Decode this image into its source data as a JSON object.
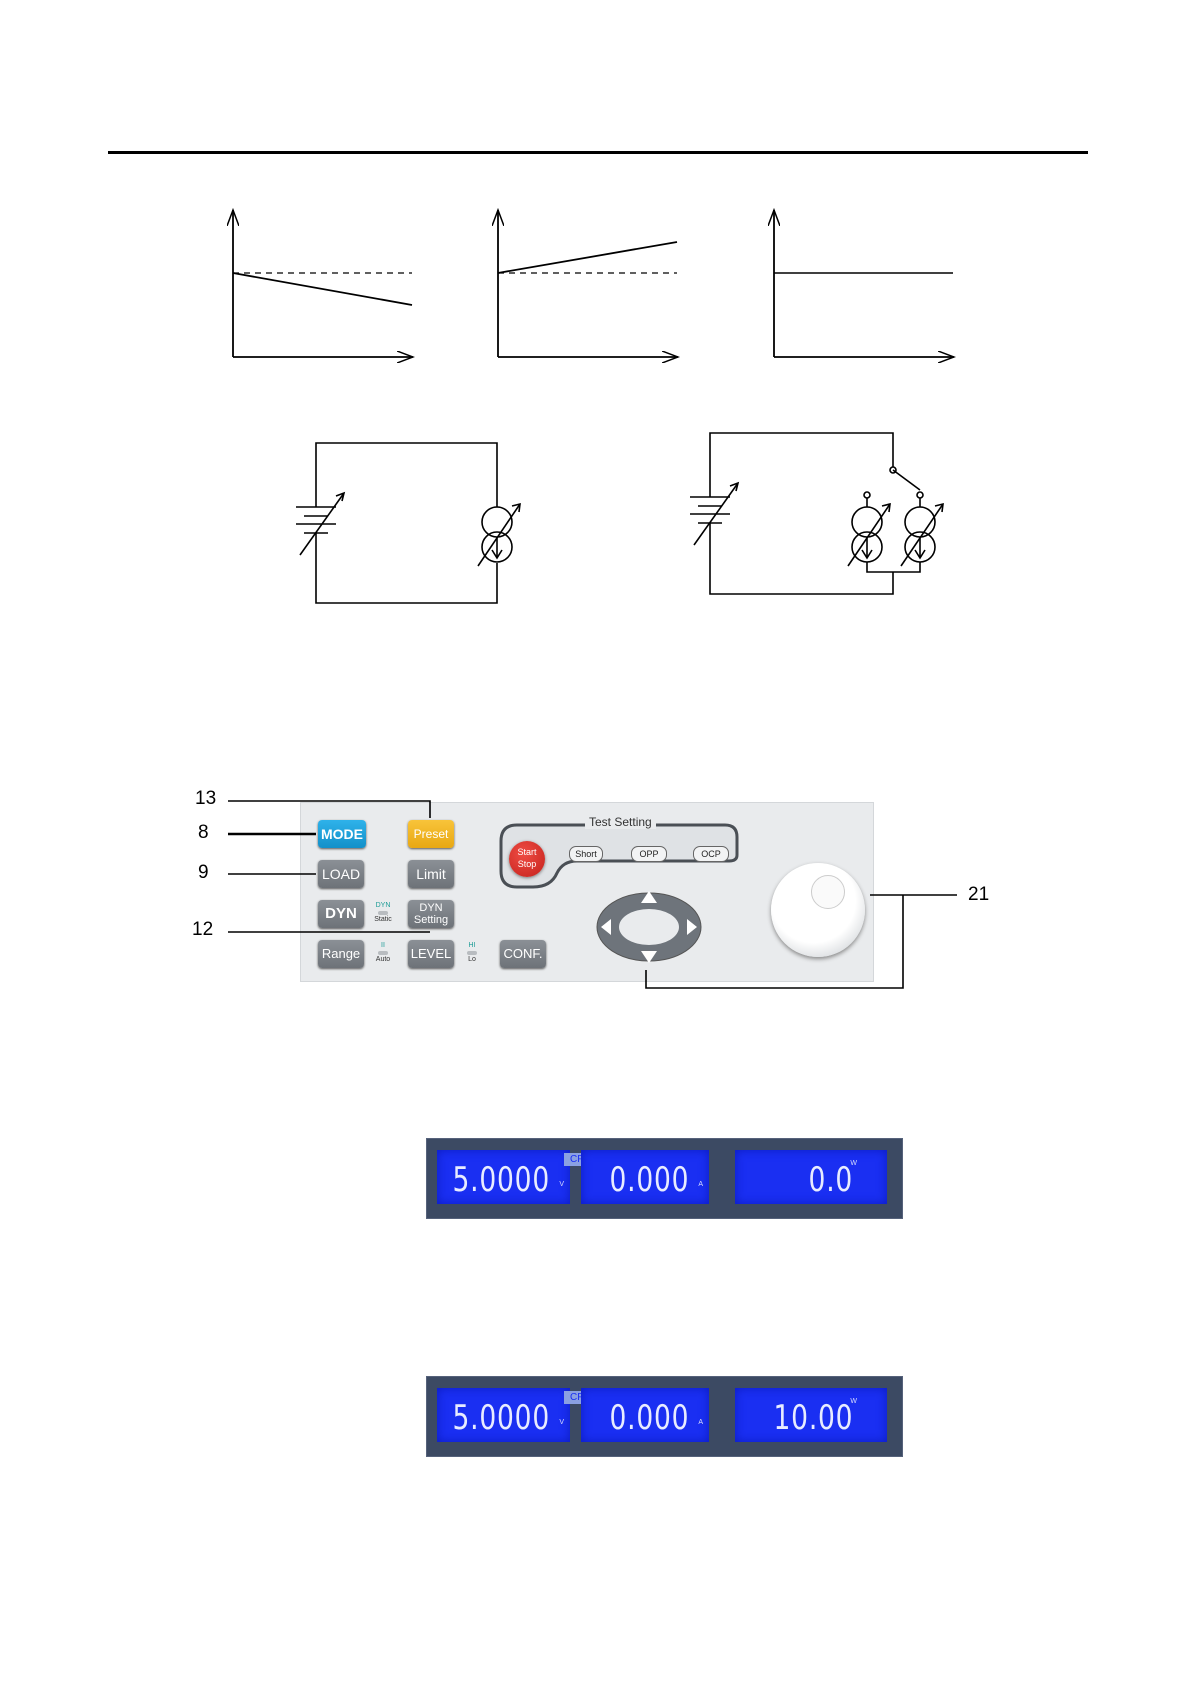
{
  "callouts": {
    "c13": "13",
    "c8": "8",
    "c9": "9",
    "c12": "12",
    "c21": "21"
  },
  "panel": {
    "keys": {
      "mode": "MODE",
      "preset": "Preset",
      "load": "LOAD",
      "limit": "Limit",
      "dyn": "DYN",
      "dyn_setting_line1": "DYN",
      "dyn_setting_line2": "Setting",
      "range": "Range",
      "level": "LEVEL",
      "conf": "CONF."
    },
    "indicators": {
      "dyn_top": "DYN",
      "dyn_bottom": "Static",
      "range_top": "II",
      "range_bottom": "Auto",
      "level_top": "HI",
      "level_bottom": "Lo"
    },
    "test_setting": {
      "label": "Test Setting",
      "start_line1": "Start",
      "start_line2": "Stop",
      "short": "Short",
      "opp": "OPP",
      "ocp": "OCP"
    }
  },
  "displays": [
    {
      "mode_badge": "CP",
      "voltage": "5.0000",
      "voltage_unit": "V",
      "current": "0.000",
      "current_unit": "A",
      "power": "0.0",
      "power_unit": "W"
    },
    {
      "mode_badge": "CP",
      "voltage": "5.0000",
      "voltage_unit": "V",
      "current": "0.000",
      "current_unit": "A",
      "power": "10.00",
      "power_unit": "W"
    }
  ],
  "colors": {
    "lcd_background": "#1a2ff2",
    "mode_key": "#1ea3dd",
    "preset_key": "#f0b626",
    "start_key": "#d9302a"
  }
}
